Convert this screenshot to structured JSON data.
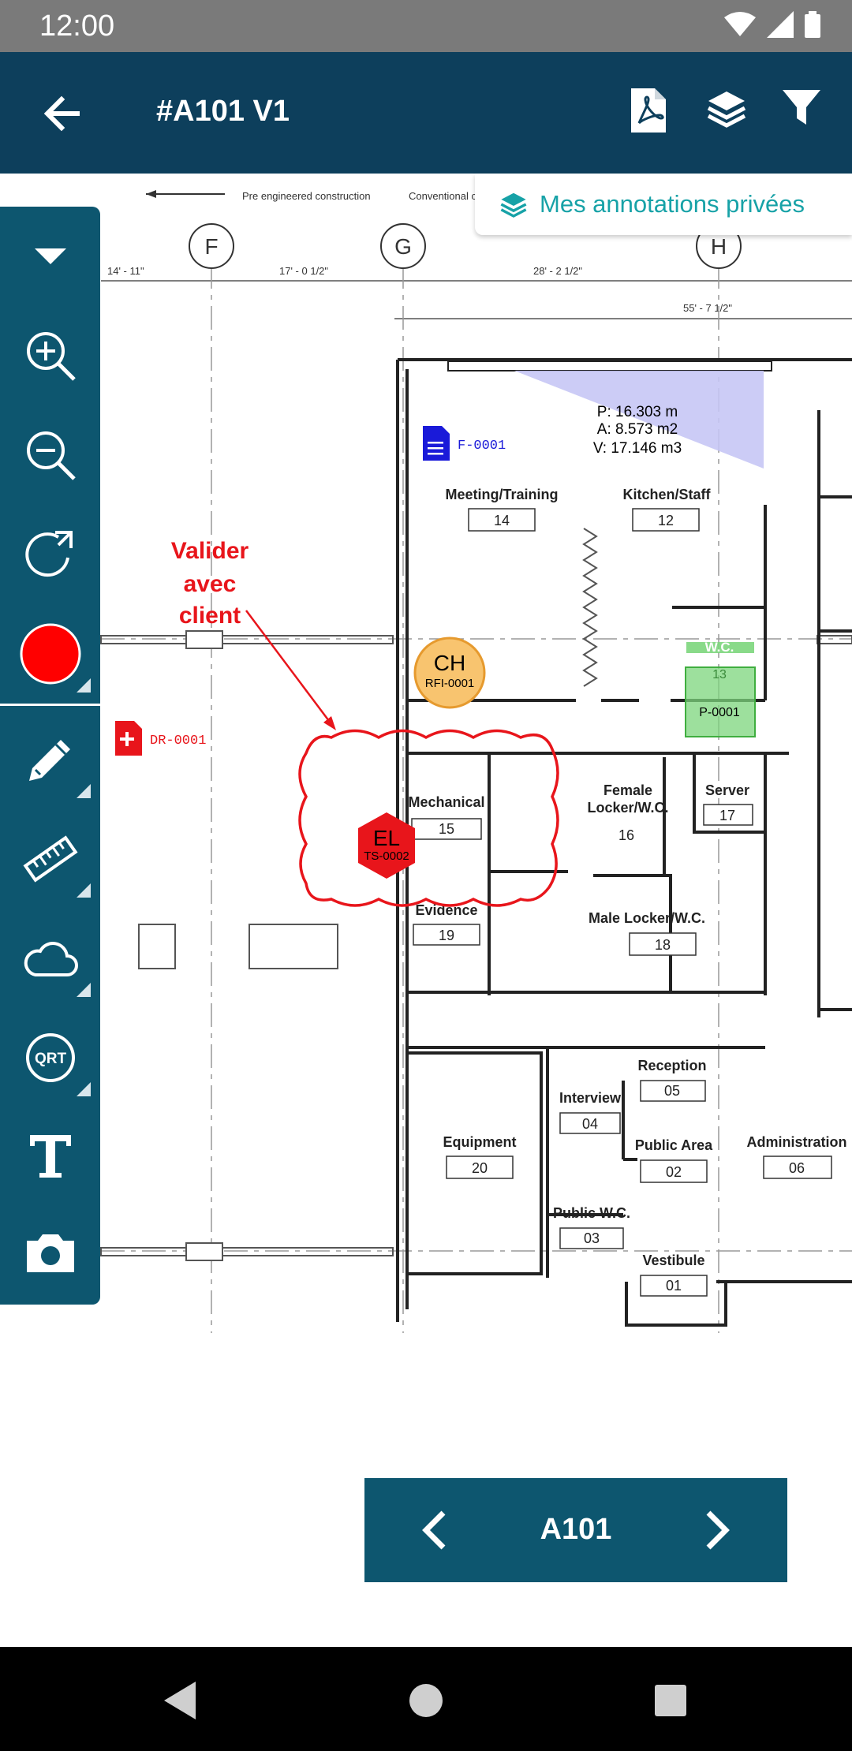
{
  "status": {
    "time": "12:00"
  },
  "header": {
    "title": "#A101 V1"
  },
  "layer_chip": {
    "label": "Mes annotations privées"
  },
  "plan": {
    "header_notes": [
      "Pre engineered construction",
      "Conventional c"
    ],
    "grid_markers": [
      "F",
      "G",
      "H"
    ],
    "dimensions": [
      "14' - 11\"",
      "17' - 0 1/2\"",
      "28' - 2 1/2\"",
      "55' - 7 1/2\""
    ],
    "rooms": [
      {
        "name": "Meeting/Training",
        "num": "14"
      },
      {
        "name": "Kitchen/Staff",
        "num": "12"
      },
      {
        "name": "W.C.",
        "num": "13"
      },
      {
        "name": "Mechanical",
        "num": "15"
      },
      {
        "name": "Female",
        "name2": "Locker/W.C.",
        "num": "16"
      },
      {
        "name": "Server",
        "num": "17"
      },
      {
        "name": "Evidence",
        "num": "19"
      },
      {
        "name": "Male Locker/W.C.",
        "num": "18"
      },
      {
        "name": "Reception",
        "num": "05"
      },
      {
        "name": "Interview",
        "num": "04"
      },
      {
        "name": "Equipment",
        "num": "20"
      },
      {
        "name": "Public Area",
        "num": "02"
      },
      {
        "name": "Administration",
        "num": "06"
      },
      {
        "name": "Public W.C.",
        "num": "03"
      },
      {
        "name": "Vestibule",
        "num": "01"
      }
    ]
  },
  "annotations": {
    "measure": {
      "p": "P: 16.303 m",
      "a": "A: 8.573 m2",
      "v": "V: 17.146 m3"
    },
    "doc_f": "F-0001",
    "doc_dr": "DR-0001",
    "note_lines": [
      "Valider",
      "avec",
      "client"
    ],
    "ch": {
      "code": "CH",
      "id": "RFI-0001"
    },
    "el": {
      "code": "EL",
      "id": "TS-0002"
    },
    "punch": "P-0001"
  },
  "toolbar": {
    "tools": [
      "collapse",
      "zoom-in",
      "zoom-out",
      "rotate",
      "color",
      "pencil",
      "ruler",
      "cloud",
      "qrt",
      "text",
      "camera"
    ],
    "active_color": "#ff0000",
    "qrt_label": "QRT"
  },
  "pager": {
    "sheet": "A101"
  },
  "colors": {
    "appbar": "#0d3f5c",
    "toolbar": "#0d566f",
    "accent_teal": "#17a2a7",
    "markup_red": "#e8151b",
    "area_fill": "#c6c6f5",
    "rfi_orange": "#f8c46f",
    "punch_green": "#7cd67c"
  }
}
